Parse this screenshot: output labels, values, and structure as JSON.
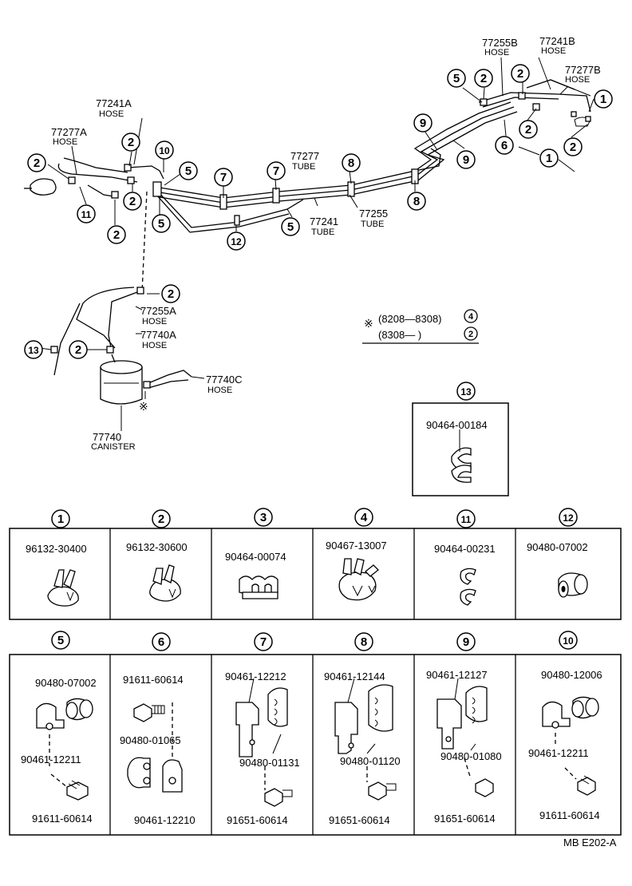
{
  "callouts": {
    "c1": "1",
    "c2": "2",
    "c3": "3",
    "c4": "4",
    "c5": "5",
    "c6": "6",
    "c7": "7",
    "c8": "8",
    "c9": "9",
    "c10": "10",
    "c11": "11",
    "c12": "12",
    "c13": "13"
  },
  "diagram_labels": {
    "hose_77255B": "77255B",
    "hose_77255B_kind": "HOSE",
    "hose_77241B": "77241B",
    "hose_77241B_kind": "HOSE",
    "hose_77277B": "77277B",
    "hose_77277B_kind": "HOSE",
    "hose_77241A": "77241A",
    "hose_77241A_kind": "HOSE",
    "hose_77277A": "77277A",
    "hose_77277A_kind": "HOSE",
    "tube_77277": "77277",
    "tube_77277_kind": "TUBE",
    "tube_77241": "77241",
    "tube_77241_kind": "TUBE",
    "tube_77255": "77255",
    "tube_77255_kind": "TUBE",
    "hose_77255A": "77255A",
    "hose_77255A_kind": "HOSE",
    "hose_77740A": "77740A",
    "hose_77740A_kind": "HOSE",
    "hose_77740C": "77740C",
    "hose_77740C_kind": "HOSE",
    "canister": "77740",
    "canister_kind": "CANISTER",
    "mark": "※"
  },
  "note": {
    "line1": "(8208—8308)",
    "line2": "(8308—         )"
  },
  "parts": {
    "p13": "90464-00184",
    "p1": "96132-30400",
    "p2": "96132-30600",
    "p3": "90464-00074",
    "p4": "90467-13007",
    "p11": "90464-00231",
    "p12": "90480-07002",
    "p5a": "90480-07002",
    "p5b": "90461-12211",
    "p5c": "91611-60614",
    "p6a": "91611-60614",
    "p6b": "90480-01065",
    "p6c": "90461-12210",
    "p7a": "90461-12212",
    "p7b": "90480-01131",
    "p7c": "91651-60614",
    "p8a": "90461-12144",
    "p8b": "90480-01120",
    "p8c": "91651-60614",
    "p9a": "90461-12127",
    "p9b": "90480-01080",
    "p9c": "91651-60614",
    "p10a": "90480-12006",
    "p10b": "90461-12211",
    "p10c": "91611-60614"
  },
  "footer": {
    "code": "MB  E202-A"
  }
}
